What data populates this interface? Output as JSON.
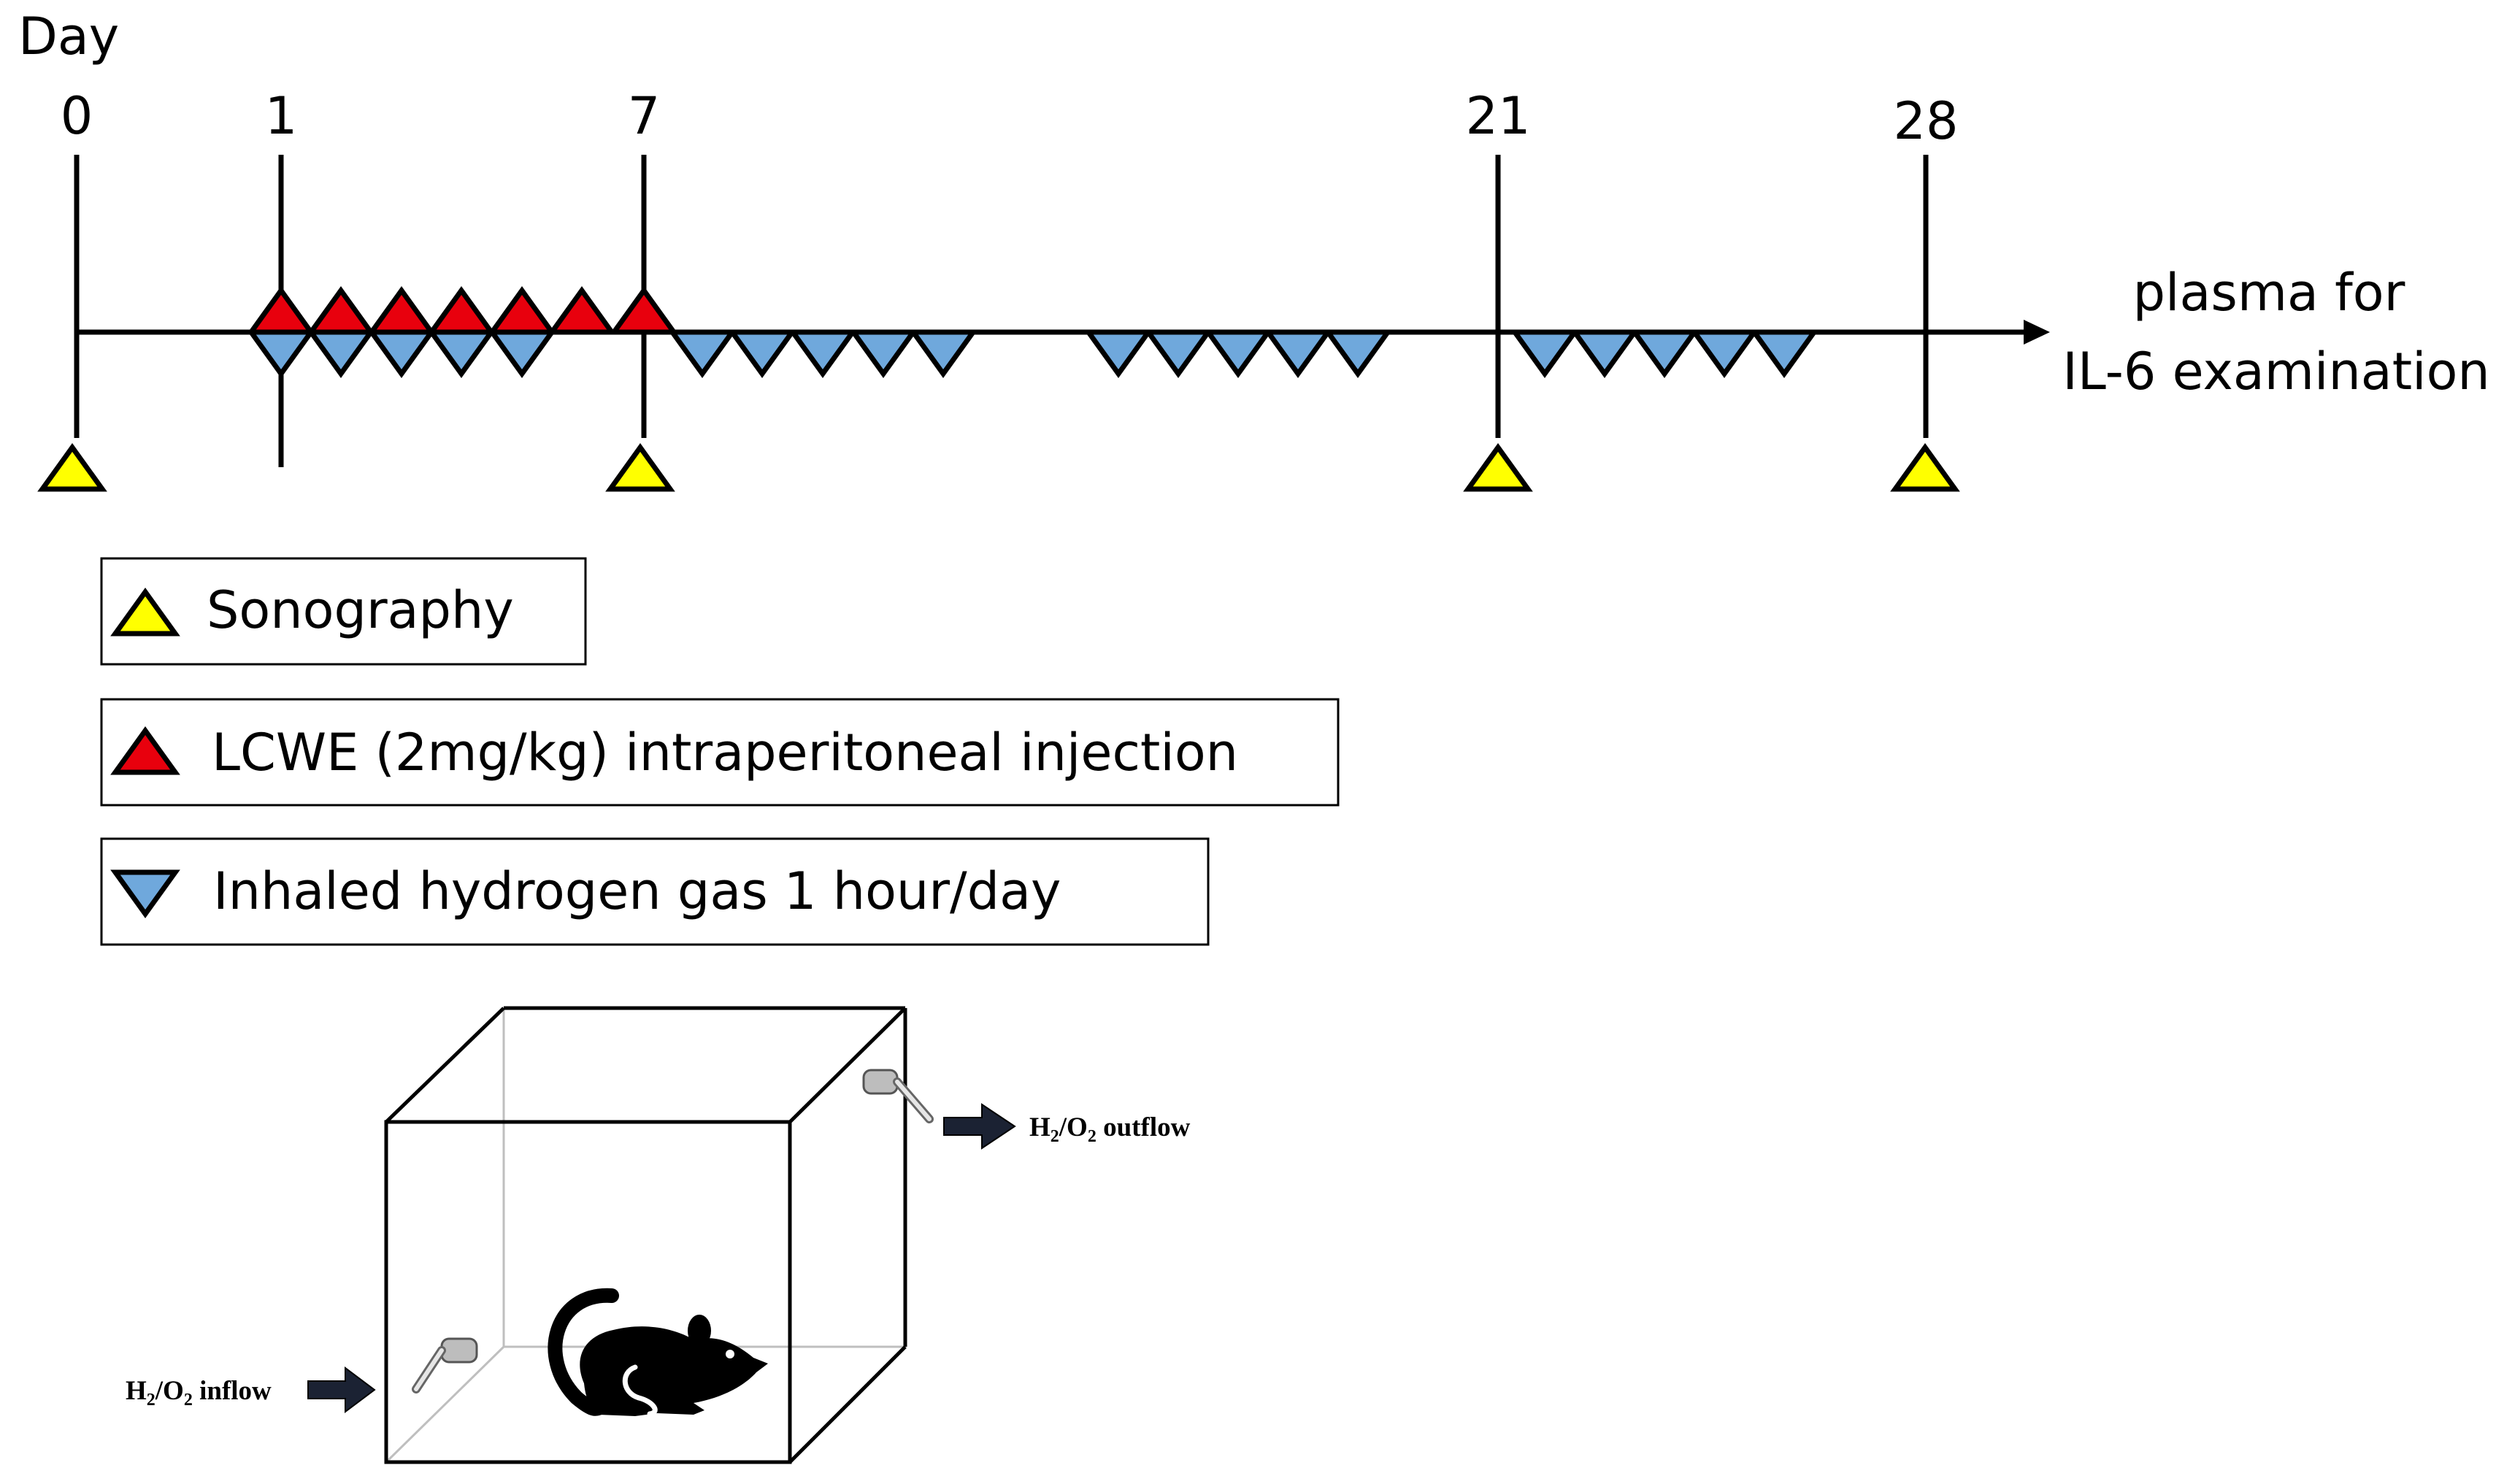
{
  "timeline": {
    "axis_label": "Day",
    "days": [
      "0",
      "1",
      "7",
      "21",
      "28"
    ],
    "endpoint": {
      "line1": "plasma for",
      "line2": "IL-6 examination"
    }
  },
  "legend": {
    "sonography": "Sonography",
    "lcwe": "LCWE (2mg/kg) intraperitoneal injection",
    "hydrogen": "Inhaled hydrogen gas 1 hour/day"
  },
  "chamber": {
    "outflow_parts": [
      "H",
      "2",
      "/O",
      "2",
      " outflow"
    ],
    "inflow_parts": [
      "H",
      "2",
      "/O",
      "2",
      " inflow"
    ]
  },
  "colors": {
    "sonography": "#FFFF00",
    "lcwe": "#E8000D",
    "hydrogen": "#6FA8DC",
    "line": "#000000",
    "arrow_fill": "#1B2233",
    "chamber_edge": "#BFBFBF"
  }
}
